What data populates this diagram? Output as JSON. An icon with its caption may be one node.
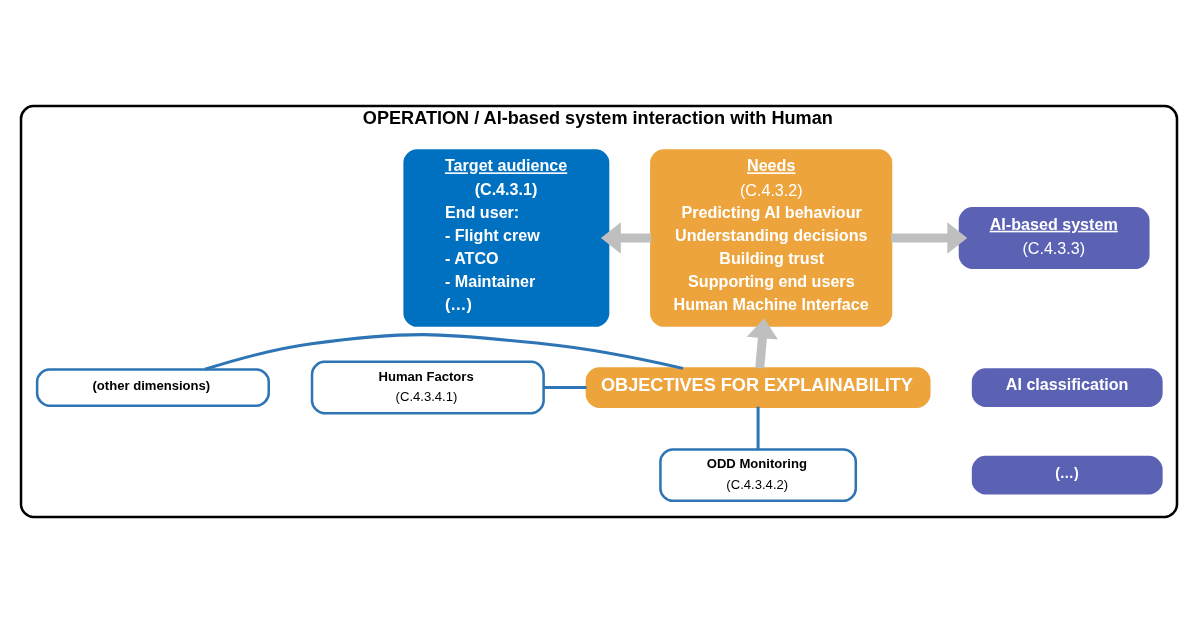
{
  "diagram": {
    "nodes": [
      {
        "text": [
          "OPERATION / AI-based system interaction with Human"
        ]
      },
      {
        "text": [
          "Target audience",
          "(C.4.3.1)",
          "End user:",
          "- Flight crew",
          "- ATCO",
          "- Maintainer",
          "(…)"
        ],
        "in": 0
      },
      {
        "text": [
          "Needs",
          "(C.4.3.2)",
          "Predicting AI behaviour",
          "Understanding decisions",
          "Building trust",
          "Supporting end users",
          "Human Machine Interface"
        ],
        "in": 0
      },
      {
        "text": [
          "AI-based system",
          "(C.4.3.3)"
        ],
        "in": 0
      },
      {
        "text": [
          "AI classification"
        ],
        "in": 0
      },
      {
        "text": [
          "(…)"
        ],
        "in": 0
      },
      {
        "text": [
          "OBJECTIVES FOR EXPLAINABILITY"
        ],
        "in": 0
      },
      {
        "text": [
          "Human Factors",
          "(C.4.3.4.1)"
        ],
        "in": 0
      },
      {
        "text": [
          "(other dimensions)"
        ],
        "in": 0
      },
      {
        "text": [
          "ODD Monitoring",
          "(C.4.3.4.2)"
        ],
        "in": 0
      }
    ],
    "edges": [
      {
        "from": 2,
        "to": 1,
        "arrow": "to",
        "style": "thick",
        "color": "#bfbfbf"
      },
      {
        "from": 2,
        "to": 3,
        "arrow": "to",
        "style": "thick",
        "color": "#bfbfbf"
      },
      {
        "from": 6,
        "to": 2,
        "arrow": "to",
        "style": "thick",
        "color": "#bfbfbf"
      },
      {
        "from": 6,
        "to": 7,
        "arrow": "none",
        "color": "#2e75b6"
      },
      {
        "from": 6,
        "to": 8,
        "arrow": "none",
        "color": "#2e75b6"
      },
      {
        "from": 6,
        "to": 9,
        "arrow": "none",
        "color": "#2e75b6"
      }
    ]
  }
}
